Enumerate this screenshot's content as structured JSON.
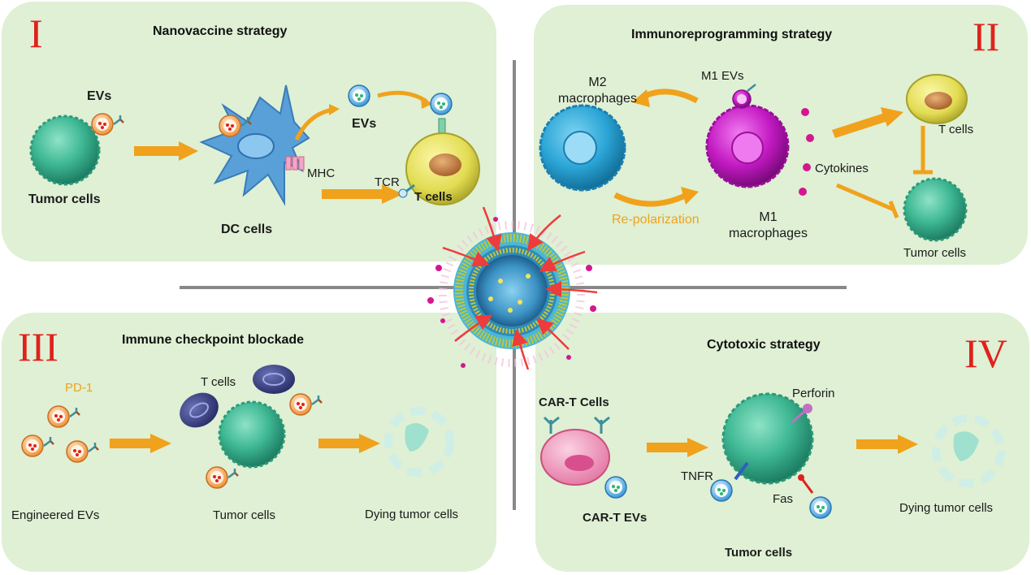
{
  "panels": {
    "p1": {
      "numeral": "I",
      "title": "Nanovaccine strategy",
      "labels": {
        "evs_top": "EVs",
        "tumor_cells": "Tumor cells",
        "dc_cells": "DC cells",
        "evs_mid": "EVs",
        "mhc": "MHC",
        "tcr": "TCR",
        "t_cells": "T cells"
      }
    },
    "p2": {
      "numeral": "II",
      "title": "Immunoreprogramming strategy",
      "labels": {
        "m2": "M2\nmacrophages",
        "m1_evs": "M1 EVs",
        "t_cells": "T cells",
        "cytokines": "Cytokines",
        "repolarization": "Re-polarization",
        "m1": "M1\nmacrophages",
        "tumor_cells": "Tumor cells"
      }
    },
    "p3": {
      "numeral": "III",
      "title": "Immune checkpoint blockade",
      "labels": {
        "pd1": "PD-1",
        "t_cells": "T cells",
        "engineered_evs": "Engineered EVs",
        "tumor_cells": "Tumor cells",
        "dying": "Dying tumor cells"
      }
    },
    "p4": {
      "numeral": "IV",
      "title": "Cytotoxic strategy",
      "labels": {
        "car_t_cells": "CAR-T Cells",
        "perforin": "Perforin",
        "tnfr": "TNFR",
        "fas": "Fas",
        "car_t_evs": "CAR-T EVs",
        "dying": "Dying tumor cells",
        "tumor_cells": "Tumor cells"
      }
    }
  },
  "colors": {
    "panel_bg": "#dff0d4",
    "numeral": "#e0211d",
    "arrow": "#f0a21c",
    "tumor": "#3fb894",
    "t_cell": "#e8e45a",
    "m2": "#2aa5d6",
    "m1": "#c31ac3",
    "car_t": "#f08fb4",
    "ev_orange": "#f5a04b",
    "ev_blue": "#49a7e0"
  }
}
